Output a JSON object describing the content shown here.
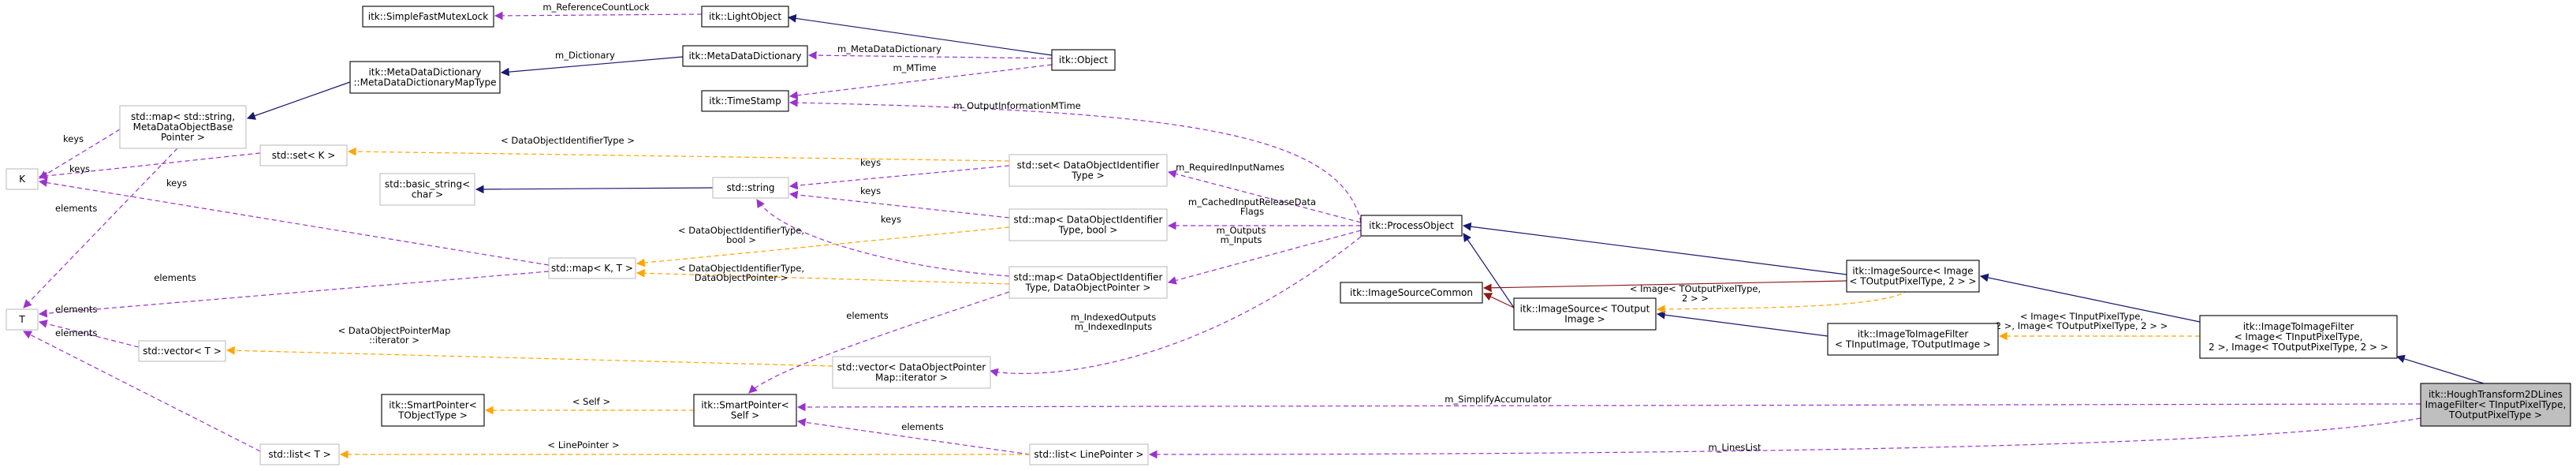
{
  "colors": {
    "inheritance": "#191970",
    "usage": "#9a32cd",
    "template": "#ffa500",
    "private_inheritance": "#8b1a1a",
    "node_border": "#000000",
    "template_border": "#bfbfbf",
    "focus_fill": "#bfbfbf"
  },
  "nodes": {
    "simple_fast_mutex_lock": {
      "lines": [
        "itk::SimpleFastMutexLock"
      ]
    },
    "light_object": {
      "lines": [
        "itk::LightObject"
      ]
    },
    "object": {
      "lines": [
        "itk::Object"
      ]
    },
    "meta_data_dictionary": {
      "lines": [
        "itk::MetaDataDictionary"
      ]
    },
    "meta_data_dictionary_map_type": {
      "lines": [
        "itk::MetaDataDictionary",
        "::MetaDataDictionaryMapType"
      ]
    },
    "time_stamp": {
      "lines": [
        "itk::TimeStamp"
      ]
    },
    "std_map_string_meta": {
      "lines": [
        "std::map< std::string,",
        "MetaDataObjectBase",
        "Pointer >"
      ]
    },
    "k": {
      "lines": [
        "K"
      ]
    },
    "std_set_k": {
      "lines": [
        "std::set< K >"
      ]
    },
    "std_basic_string": {
      "lines": [
        "std::basic_string<",
        "char >"
      ]
    },
    "std_string": {
      "lines": [
        "std::string"
      ]
    },
    "std_set_data_object_identifier": {
      "lines": [
        "std::set< DataObjectIdentifier",
        "Type >"
      ]
    },
    "std_map_identifier_bool": {
      "lines": [
        "std::map< DataObjectIdentifier",
        "Type, bool >"
      ]
    },
    "std_map_k_t": {
      "lines": [
        "std::map< K, T >"
      ]
    },
    "std_map_identifier_pointer": {
      "lines": [
        "std::map< DataObjectIdentifier",
        "Type, DataObjectPointer >"
      ]
    },
    "process_object": {
      "lines": [
        "itk::ProcessObject"
      ]
    },
    "image_source_common": {
      "lines": [
        "itk::ImageSourceCommon"
      ]
    },
    "t": {
      "lines": [
        "T"
      ]
    },
    "std_vector_t": {
      "lines": [
        "std::vector< T >"
      ]
    },
    "std_vector_data_object_pointer": {
      "lines": [
        "std::vector< DataObjectPointer",
        "Map::iterator >"
      ]
    },
    "smart_pointer_template": {
      "lines": [
        "itk::SmartPointer<",
        "TObjectType >"
      ]
    },
    "smart_pointer_self": {
      "lines": [
        "itk::SmartPointer<",
        "Self >"
      ]
    },
    "std_list_t": {
      "lines": [
        "std::list< T >"
      ]
    },
    "std_list_line_pointer": {
      "lines": [
        "std::list< LinePointer >"
      ]
    },
    "image_source_image": {
      "lines": [
        "itk::ImageSource< Image",
        "< TOutputPixelType, 2 > >"
      ]
    },
    "image_source_toutput": {
      "lines": [
        "itk::ImageSource< TOutput",
        "Image >"
      ]
    },
    "image_to_image_filter_tinput": {
      "lines": [
        "itk::ImageToImageFilter",
        "< TInputImage, TOutputImage >"
      ]
    },
    "image_to_image_filter_image": {
      "lines": [
        "itk::ImageToImageFilter",
        "< Image< TInputPixelType,",
        "2 >, Image< TOutputPixelType, 2 > >"
      ]
    },
    "hough_transform": {
      "lines": [
        "itk::HoughTransform2DLines",
        "ImageFilter< TInputPixelType,",
        "TOutputPixelType >"
      ]
    }
  },
  "edge_labels": {
    "m_reference_count_lock": [
      "m_ReferenceCountLock"
    ],
    "m_meta_data_dictionary": [
      "m_MetaDataDictionary"
    ],
    "m_dictionary": [
      "m_Dictionary"
    ],
    "m_mtime": [
      "m_MTime"
    ],
    "m_output_information_mtime": [
      "m_OutputInformationMTime"
    ],
    "data_object_identifier_type": [
      "< DataObjectIdentifierType >"
    ],
    "keys_1": [
      "keys"
    ],
    "keys_2": [
      "keys"
    ],
    "keys_3": [
      "keys"
    ],
    "keys_4": [
      "keys"
    ],
    "keys_5": [
      "keys"
    ],
    "keys_6": [
      "keys"
    ],
    "elements_1": [
      "elements"
    ],
    "elements_2": [
      "elements"
    ],
    "elements_3": [
      "elements"
    ],
    "elements_4": [
      "elements"
    ],
    "elements_5": [
      "elements"
    ],
    "elements_6": [
      "elements"
    ],
    "m_required_input_names": [
      "m_RequiredInputNames"
    ],
    "m_cached_input_release": [
      "m_CachedInputReleaseData",
      "Flags"
    ],
    "m_outputs_inputs": [
      "m_Outputs",
      "m_Inputs"
    ],
    "identifier_bool": [
      "< DataObjectIdentifierType,",
      "bool >"
    ],
    "identifier_pointer": [
      "< DataObjectIdentifierType,",
      "DataObjectPointer >"
    ],
    "indexed": [
      "m_IndexedOutputs",
      "m_IndexedInputs"
    ],
    "pointer_map_iterator": [
      "< DataObjectPointerMap",
      "::iterator >"
    ],
    "self": [
      "< Self >"
    ],
    "m_simplify_accumulator": [
      "m_SimplifyAccumulator"
    ],
    "line_pointer": [
      "< LinePointer >"
    ],
    "m_lines_list": [
      "m_LinesList"
    ],
    "image_toutput": [
      "< Image< TOutputPixelType,",
      "2 > >"
    ],
    "image_tinput_toutput": [
      "< Image< TInputPixelType,",
      "2 >, Image< TOutputPixelType, 2 > >"
    ]
  }
}
